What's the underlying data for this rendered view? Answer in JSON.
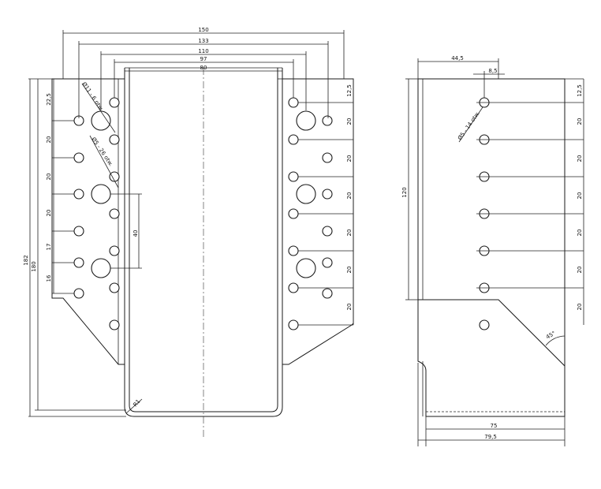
{
  "front_view": {
    "top_dims": [
      "150",
      "133",
      "110",
      "97",
      "80"
    ],
    "left_outer_dims": [
      "182",
      "180"
    ],
    "left_hole_dims": [
      "22,5",
      "20",
      "20",
      "20",
      "17",
      "16"
    ],
    "right_hole_dims": [
      "12,5",
      "20",
      "20",
      "20",
      "20",
      "20",
      "20"
    ],
    "spacing_dim": "40",
    "large_hole_note": "Ø11 - 6 otw.",
    "small_hole_note": "Ø5 - 26 otw.",
    "radius_note": "R1"
  },
  "side_view": {
    "top_dims": [
      "44,5",
      "8,5"
    ],
    "left_dim": "120",
    "right_dims": [
      "12,5",
      "20",
      "20",
      "20",
      "20",
      "20",
      "20"
    ],
    "hole_note": "Ø5 - 14 otw.",
    "angle_note": "45°",
    "bottom_dims": [
      "75",
      "79,5"
    ]
  }
}
